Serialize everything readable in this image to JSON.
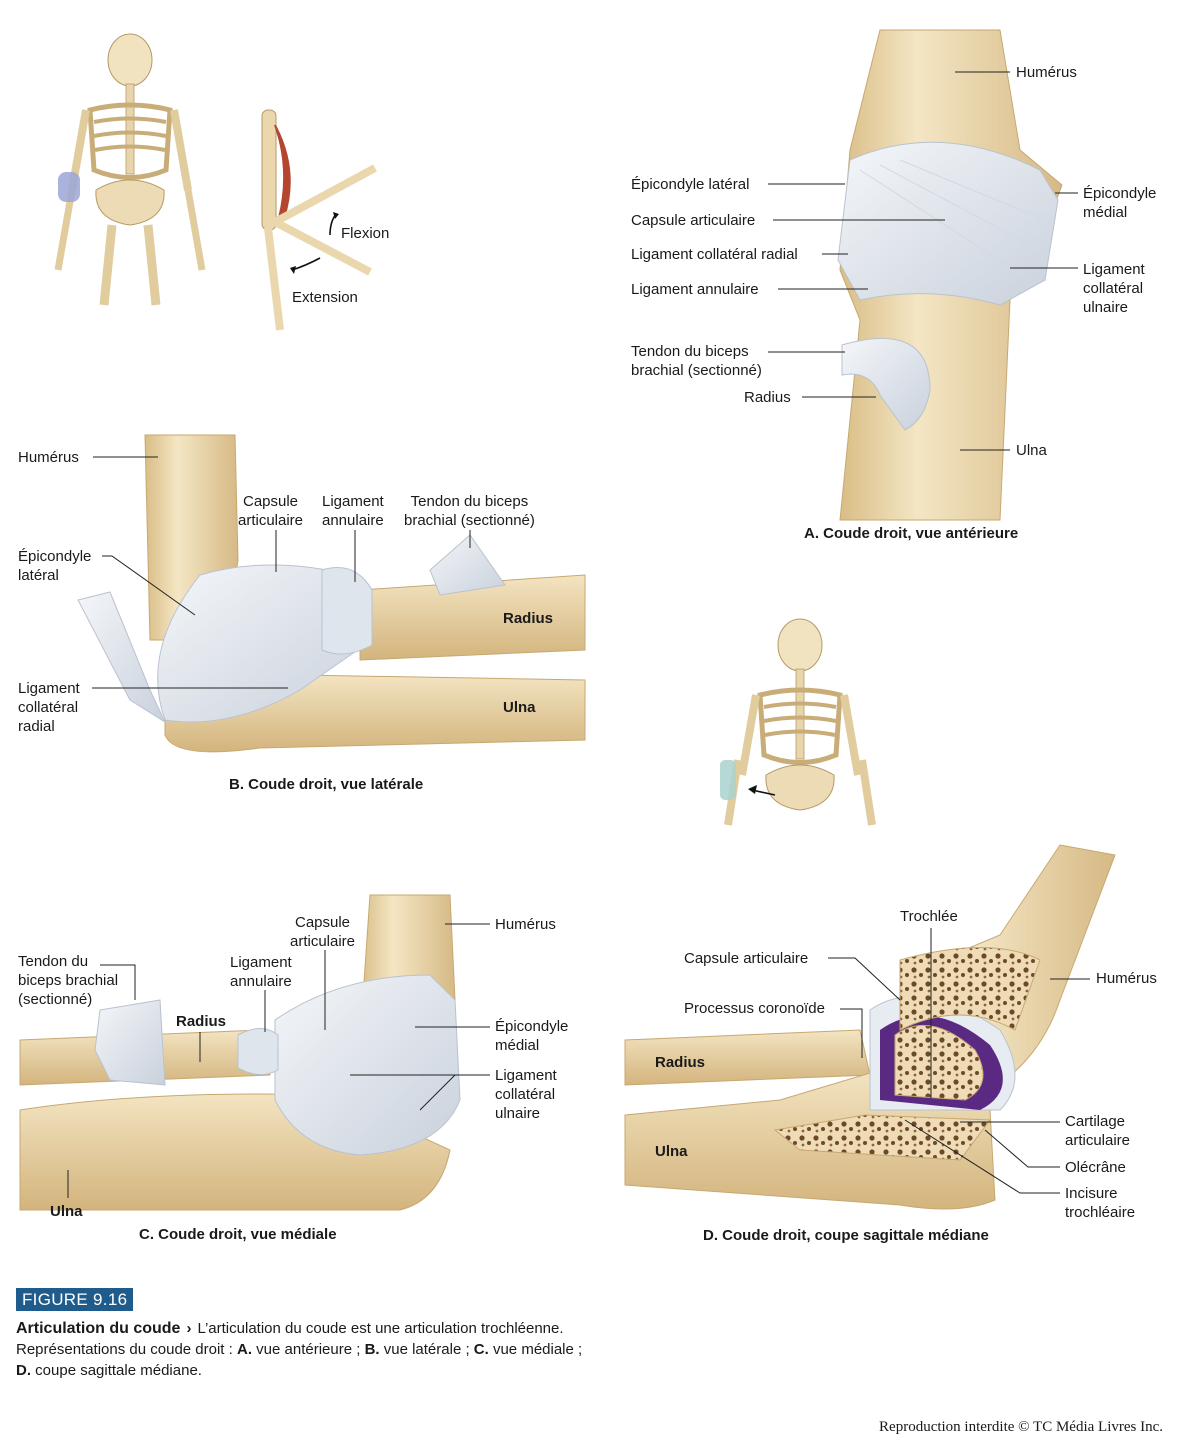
{
  "figure": {
    "badge": "FIGURE 9.16",
    "title": "Articulation du coude",
    "arrow": "›",
    "text1": "L’articulation du coude est une articulation trochléenne.",
    "text2": "Représentations du coude droit :",
    "items": [
      {
        "key": "A.",
        "text": "vue antérieure ;"
      },
      {
        "key": "B.",
        "text": "vue latérale ;"
      },
      {
        "key": "C.",
        "text": "vue médiale ;"
      },
      {
        "key": "D.",
        "text": "coupe sagittale médiane."
      }
    ],
    "copyright": "Reproduction interdite © TC Média Livres Inc."
  },
  "overview": {
    "flexion": "Flexion",
    "extension": "Extension"
  },
  "panel_a": {
    "caption": "A. Coude droit, vue antérieure",
    "humerus": "Humérus",
    "epicondyle_lateral": "Épicondyle latéral",
    "epicondyle_medial": "Épicondyle\nmédial",
    "capsule": "Capsule articulaire",
    "lig_radial": "Ligament collatéral radial",
    "lig_annulaire": "Ligament annulaire",
    "lig_ulnaire": "Ligament\ncollatéral\nulnaire",
    "tendon": "Tendon du biceps\nbrachial (sectionné)",
    "radius": "Radius",
    "ulna": "Ulna"
  },
  "panel_b": {
    "caption": "B. Coude droit, vue latérale",
    "humerus": "Humérus",
    "capsule": "Capsule\narticulaire",
    "lig_annulaire": "Ligament\nannulaire",
    "tendon": "Tendon du biceps\nbrachial (sectionné)",
    "epicondyle": "Épicondyle\nlatéral",
    "lig_radial": "Ligament\ncollatéral\nradial",
    "radius": "Radius",
    "ulna": "Ulna"
  },
  "panel_c": {
    "caption": "C. Coude droit, vue médiale",
    "capsule": "Capsule\narticulaire",
    "humerus": "Humérus",
    "tendon": "Tendon du\nbiceps brachial\n(sectionné)",
    "lig_annulaire": "Ligament\nannulaire",
    "radius": "Radius",
    "epicondyle": "Épicondyle\nmédial",
    "lig_ulnaire": "Ligament\ncollatéral\nulnaire",
    "ulna": "Ulna"
  },
  "panel_d": {
    "caption": "D. Coude droit, coupe sagittale médiane",
    "trochlee": "Trochlée",
    "capsule": "Capsule articulaire",
    "humerus": "Humérus",
    "coronoide": "Processus coronoïde",
    "radius": "Radius",
    "ulna": "Ulna",
    "cartilage": "Cartilage\narticulaire",
    "olecrane": "Olécrâne",
    "incisure": "Incisure\ntrochléaire"
  },
  "colors": {
    "bone": "#ecd9b0",
    "bone_dark": "#d4b883",
    "ligament": "#e3e8ee",
    "cartilage_purple": "#5a2a82",
    "badge_blue": "#1f5c8c"
  }
}
